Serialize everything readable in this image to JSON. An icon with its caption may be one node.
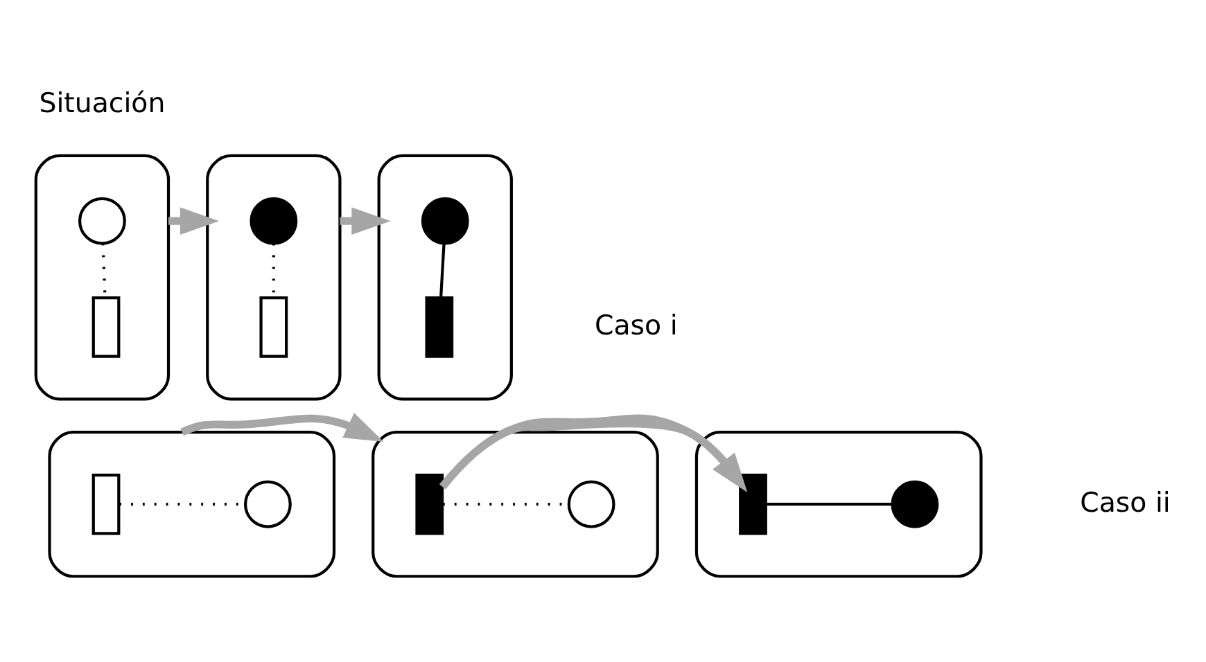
{
  "diagram": {
    "nodes": [
      {
        "text": [],
        "shape": "ellipse"
      },
      {
        "text": [],
        "shape": "circle",
        "in": 0
      },
      {
        "text": [],
        "shape": "bar",
        "in": 0
      },
      {
        "text": [],
        "shape": "ellipse"
      },
      {
        "text": [],
        "shape": "circle",
        "in": 3
      },
      {
        "text": [],
        "shape": "bar",
        "in": 3
      },
      {
        "text": [],
        "shape": "ellipse"
      },
      {
        "text": [],
        "shape": "circle",
        "in": 6
      },
      {
        "text": [],
        "shape": "bar",
        "in": 6
      },
      {
        "text": [],
        "shape": "ellipse"
      },
      {
        "text": [],
        "shape": "bar",
        "in": 9
      },
      {
        "text": [],
        "shape": "circle",
        "in": 9
      },
      {
        "text": [],
        "shape": "ellipse"
      },
      {
        "text": [],
        "shape": "bar",
        "in": 12
      },
      {
        "text": [],
        "shape": "circle",
        "in": 12
      },
      {
        "text": [],
        "shape": "ellipse"
      },
      {
        "text": [],
        "shape": "bar",
        "in": 15
      },
      {
        "text": [],
        "shape": "circle",
        "in": 15
      }
    ],
    "edges": [
      {
        "from": 1,
        "to": 2,
        "arrow": "none",
        "style": "dashed"
      },
      {
        "from": 0,
        "to": 3,
        "arrow": "to",
        "style": "thick",
        "color": "#a6a6a6"
      },
      {
        "from": 4,
        "to": 5,
        "arrow": "none",
        "style": "dashed"
      },
      {
        "from": 3,
        "to": 6,
        "arrow": "to",
        "style": "thick",
        "color": "#a6a6a6"
      },
      {
        "from": 7,
        "to": 8,
        "arrow": "none"
      },
      {
        "from": 10,
        "to": 11,
        "arrow": "none",
        "style": "dashed"
      },
      {
        "from": 9,
        "to": 12,
        "arrow": "to",
        "style": "thick",
        "color": "#a6a6a6"
      },
      {
        "from": 13,
        "to": 14,
        "arrow": "none",
        "style": "dashed"
      },
      {
        "from": 12,
        "to": 15,
        "arrow": "to",
        "style": "thick",
        "color": "#a6a6a6"
      },
      {
        "from": 16,
        "to": 17,
        "arrow": "none"
      }
    ],
    "labels": [
      "Situación",
      "Caso i",
      "Caso ii"
    ]
  }
}
